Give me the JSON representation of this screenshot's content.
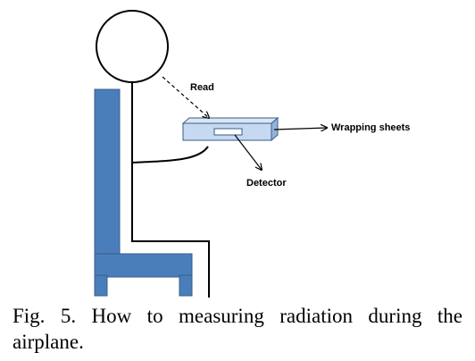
{
  "diagram": {
    "labels": {
      "read": "Read",
      "wrapping_sheets": "Wrapping sheets",
      "detector": "Detector"
    },
    "colors": {
      "chair_fill": "#4a7ebb",
      "chair_stroke": "#385d8a",
      "device_top": "#dce6f2",
      "device_front": "#c6d9f1",
      "device_side": "#95b3d7",
      "device_stroke": "#385d8a",
      "line": "#000000"
    }
  },
  "caption": {
    "text": "Fig. 5. How to measuring radiation during the airplane."
  }
}
